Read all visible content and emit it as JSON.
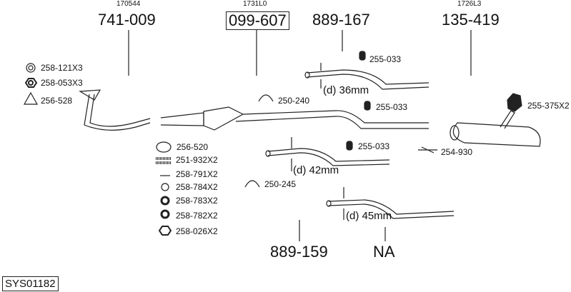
{
  "codes": {
    "c1": "170544",
    "c2": "1731L0",
    "c3": "1726L3"
  },
  "parts": {
    "p741": "741-009",
    "p099": "099-607",
    "p889_167": "889-167",
    "p135": "135-419",
    "p889_159": "889-159",
    "na": "NA"
  },
  "small_parts": {
    "s1": "258-121X3",
    "s2": "258-053X3",
    "s3": "256-528",
    "s4": "250-240",
    "s5": "255-033",
    "s6": "255-033",
    "s7": "255-033",
    "s8": "255-375X2",
    "s9": "254-930",
    "s10": "256-520",
    "s11": "251-932X2",
    "s12": "258-791X2",
    "s13": "258-784X2",
    "s14": "258-783X2",
    "s15": "258-782X2",
    "s16": "258-026X2",
    "s17": "250-245"
  },
  "diameters": {
    "d36": "(d) 36mm",
    "d42": "(d) 42mm",
    "d45": "(d) 45mm"
  },
  "system_id": "SYS01182"
}
